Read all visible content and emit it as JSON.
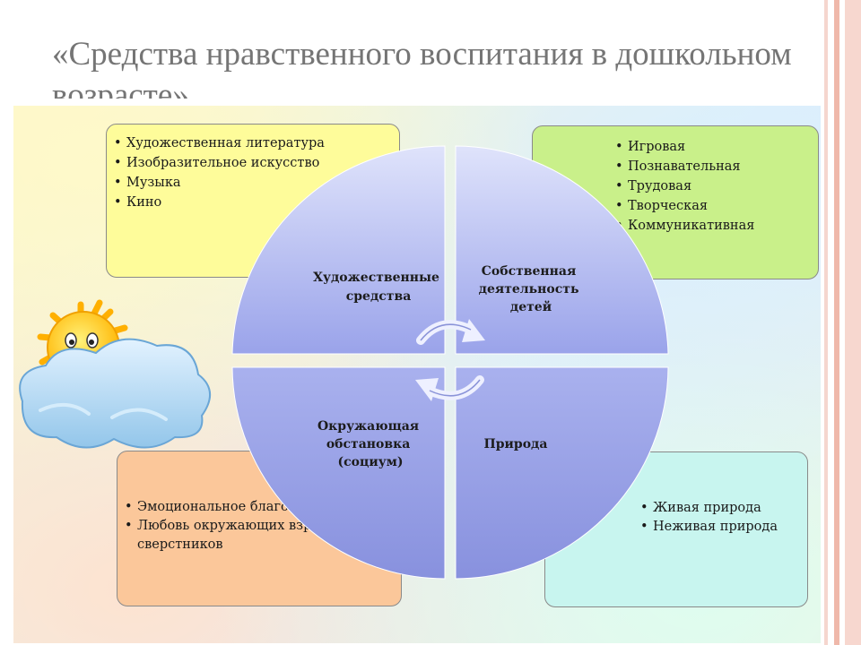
{
  "title": "«Средства нравственного воспитания в дошкольном возрасте»",
  "quadrants": {
    "top_left": "Художественные средства",
    "top_right": "Собственная деятельность детей",
    "bottom_left": "Окружающая обстановка (социум)",
    "bottom_right": "Природа"
  },
  "boxes": {
    "top_left": [
      "Художественная литература",
      "Изобразительное искусство",
      "Музыка",
      "Кино"
    ],
    "top_right": [
      "Игровая",
      "Познавательная",
      "Трудовая",
      "Творческая",
      "Коммуникативная"
    ],
    "bottom_left": [
      "Эмоциональное благополучие",
      "Любовь окружающих взрослых и сверстников"
    ],
    "bottom_right": [
      "Живая природа",
      "Неживая природа"
    ]
  },
  "colors": {
    "box_top_left": "#fefc9a",
    "box_top_right": "#c9f08a",
    "box_bottom_left": "#fbc79a",
    "box_bottom_right": "#c8f5ef",
    "circle": "#a9b1ee",
    "sun": "#ffd21a",
    "cloud": "#a9d4f0",
    "stripe": "#f2c6bc"
  },
  "icons": [
    "sun-icon",
    "cloud-icon",
    "cycle-arrows-icon"
  ]
}
